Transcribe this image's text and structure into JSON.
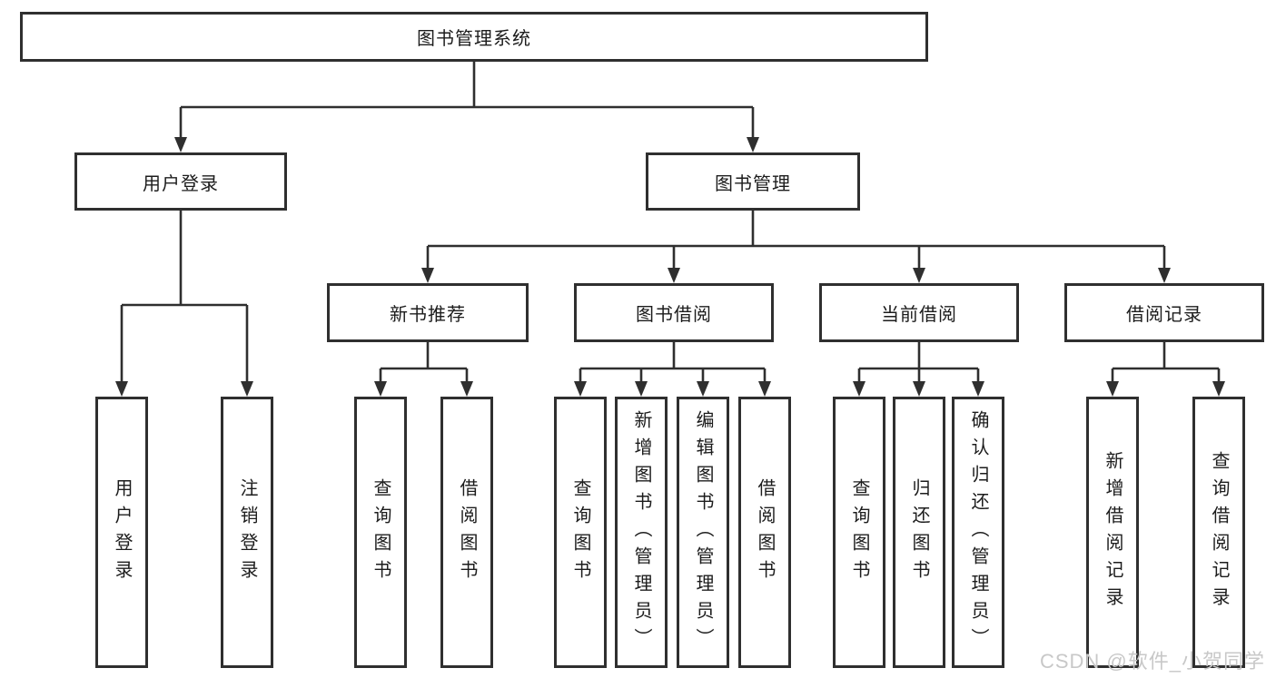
{
  "diagram": {
    "root": {
      "label": "图书管理系统"
    },
    "branches": [
      {
        "label": "用户登录",
        "children": [
          {
            "label": "用户登录"
          },
          {
            "label": "注销登录"
          }
        ]
      },
      {
        "label": "图书管理",
        "children": [
          {
            "label": "新书推荐",
            "children": [
              {
                "label": "查询图书"
              },
              {
                "label": "借阅图书"
              }
            ]
          },
          {
            "label": "图书借阅",
            "children": [
              {
                "label": "查询图书"
              },
              {
                "label": "新增图书（管理员）"
              },
              {
                "label": "编辑图书（管理员）"
              },
              {
                "label": "借阅图书"
              }
            ]
          },
          {
            "label": "当前借阅",
            "children": [
              {
                "label": "查询图书"
              },
              {
                "label": "归还图书"
              },
              {
                "label": "确认归还（管理员）"
              }
            ]
          },
          {
            "label": "借阅记录",
            "children": [
              {
                "label": "新增借阅记录"
              },
              {
                "label": "查询借阅记录"
              }
            ]
          }
        ]
      }
    ]
  },
  "watermark": {
    "text": "CSDN @软件_小贺同学"
  },
  "colors": {
    "line": "#2f2f2f",
    "text": "#1c1c1c",
    "watermark": "#c8c8c8",
    "background": "#ffffff"
  }
}
